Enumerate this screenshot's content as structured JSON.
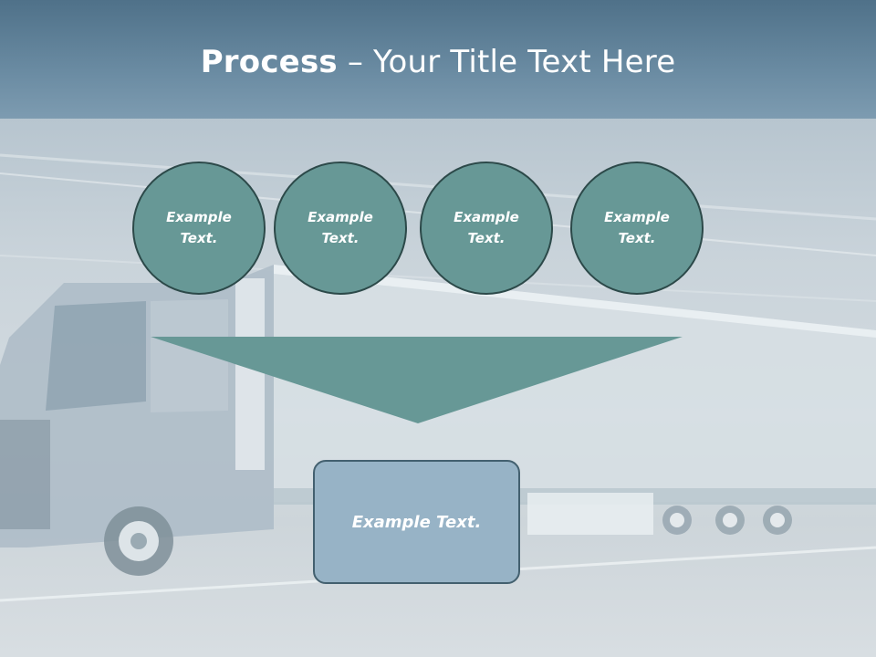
{
  "slide": {
    "title_bold": "Process",
    "title_rest": " – Your Title Text Here",
    "circles": [
      {
        "label": "Example Text."
      },
      {
        "label": "Example Text."
      },
      {
        "label": "Example Text."
      },
      {
        "label": "Example Text."
      }
    ],
    "result_label": "Example Text."
  },
  "colors": {
    "header": "#5c7f97",
    "circle_fill": "#679896",
    "circle_border": "#2c4949",
    "funnel_fill": "#679896",
    "result_fill": "#97b3c6",
    "result_border": "#43606f"
  },
  "background_image": "highway-truck-photo"
}
